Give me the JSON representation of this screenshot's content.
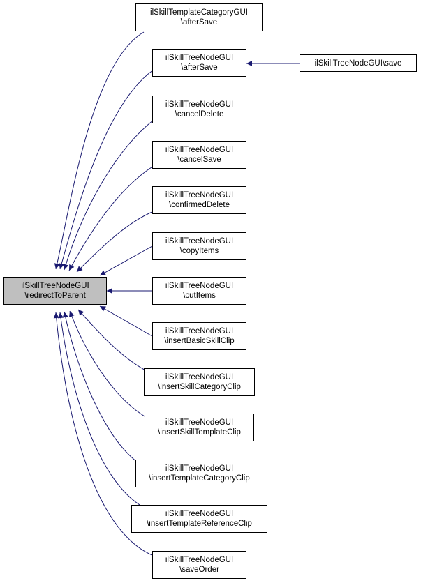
{
  "root": {
    "line1": "ilSkillTreeNodeGUI",
    "line2": "\\redirectToParent"
  },
  "callers": [
    {
      "id": "n1",
      "line1": "ilSkillTemplateCategoryGUI",
      "line2": "\\afterSave"
    },
    {
      "id": "n2",
      "line1": "ilSkillTreeNodeGUI",
      "line2": "\\afterSave"
    },
    {
      "id": "n3",
      "line1": "ilSkillTreeNodeGUI",
      "line2": "\\cancelDelete"
    },
    {
      "id": "n4",
      "line1": "ilSkillTreeNodeGUI",
      "line2": "\\cancelSave"
    },
    {
      "id": "n5",
      "line1": "ilSkillTreeNodeGUI",
      "line2": "\\confirmedDelete"
    },
    {
      "id": "n6",
      "line1": "ilSkillTreeNodeGUI",
      "line2": "\\copyItems"
    },
    {
      "id": "n7",
      "line1": "ilSkillTreeNodeGUI",
      "line2": "\\cutItems"
    },
    {
      "id": "n8",
      "line1": "ilSkillTreeNodeGUI",
      "line2": "\\insertBasicSkillClip"
    },
    {
      "id": "n9",
      "line1": "ilSkillTreeNodeGUI",
      "line2": "\\insertSkillCategoryClip"
    },
    {
      "id": "n10",
      "line1": "ilSkillTreeNodeGUI",
      "line2": "\\insertSkillTemplateClip"
    },
    {
      "id": "n11",
      "line1": "ilSkillTreeNodeGUI",
      "line2": "\\insertTemplateCategoryClip"
    },
    {
      "id": "n12",
      "line1": "ilSkillTreeNodeGUI",
      "line2": "\\insertTemplateReferenceClip"
    },
    {
      "id": "n13",
      "line1": "ilSkillTreeNodeGUI",
      "line2": "\\saveOrder"
    }
  ],
  "extra": {
    "id": "n14",
    "label": "ilSkillTreeNodeGUI\\save"
  },
  "colors": {
    "edge": "#191970",
    "node_border": "#000000",
    "root_fill": "#bfbfbf",
    "node_fill": "#ffffff"
  }
}
